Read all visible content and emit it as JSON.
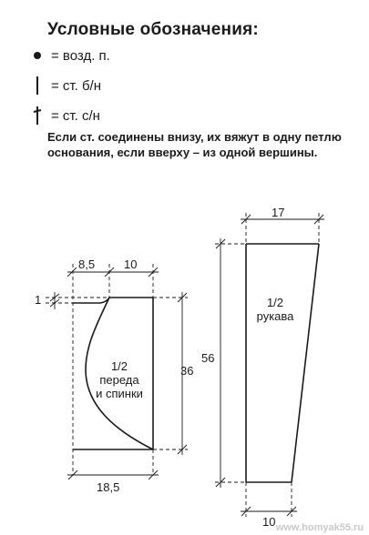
{
  "legend": {
    "title": "Условные обозначения:",
    "items": [
      {
        "icon": "dot-symbol-icon",
        "text": "= возд. п."
      },
      {
        "icon": "vertical-bar-symbol-icon",
        "text": "= ст. б/н"
      },
      {
        "icon": "crossed-bar-symbol-icon",
        "text": "= ст. с/н"
      }
    ],
    "note": "Если ст. соединены внизу, их вяжут в одну петлю основания, если вверху – из одной вершины."
  },
  "front_piece": {
    "label_line1": "1/2",
    "label_line2": "переда",
    "label_line3": "и спинки",
    "dims": {
      "top_left": "8,5",
      "top_right": "10",
      "shoulder_drop": "1",
      "height": "36",
      "bottom": "18,5"
    }
  },
  "sleeve_piece": {
    "label_line1": "1/2",
    "label_line2": "рукава",
    "dims": {
      "top": "17",
      "height": "56",
      "bottom": "10"
    }
  },
  "watermark": "www.homyak55.ru"
}
